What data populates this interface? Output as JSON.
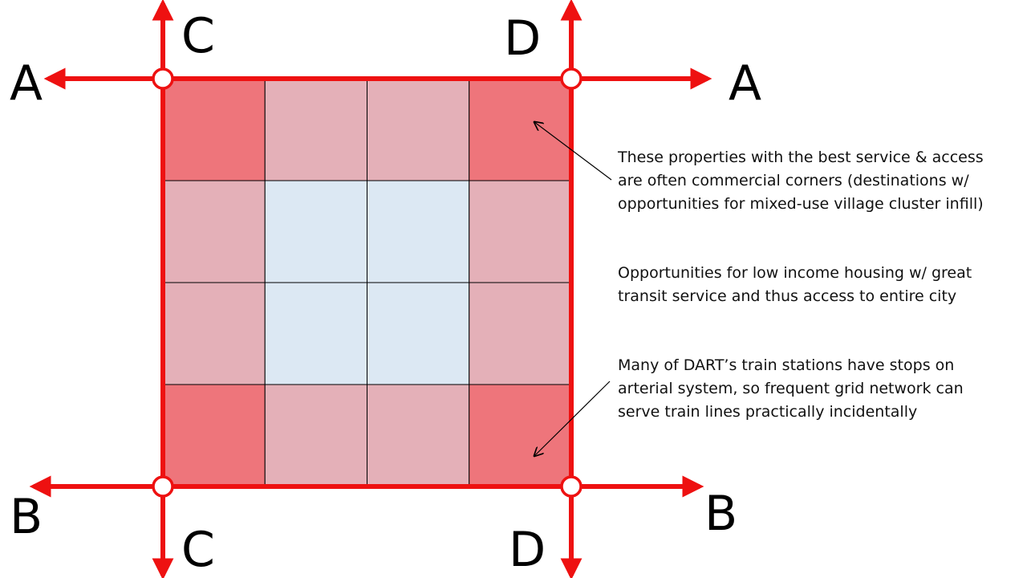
{
  "street_labels": {
    "a_left": "A",
    "a_right": "A",
    "b_left": "B",
    "b_right": "B",
    "c_top": "C",
    "c_bottom": "C",
    "d_top": "D",
    "d_bottom": "D"
  },
  "notes": {
    "corners": "These properties with the best service & access are often commercial corners (destinations w/ opportunities for mixed-use village cluster infill)",
    "housing": "Opportunities for  low income housing w/ great transit service and thus access to entire city",
    "stations": "Many of DART’s train stations have stops on arterial system, so frequent grid network can serve train lines practically incidentally"
  },
  "colors": {
    "street": "#ee1111",
    "corner_block": "#ee757b",
    "edge_block": "#e4b0b8",
    "interior_block": "#dce8f3"
  },
  "grid": {
    "rows": 4,
    "cols": 4,
    "cells": [
      [
        "corner",
        "edge",
        "edge",
        "corner"
      ],
      [
        "edge",
        "interior",
        "interior",
        "edge"
      ],
      [
        "edge",
        "interior",
        "interior",
        "edge"
      ],
      [
        "corner",
        "edge",
        "edge",
        "corner"
      ]
    ]
  }
}
